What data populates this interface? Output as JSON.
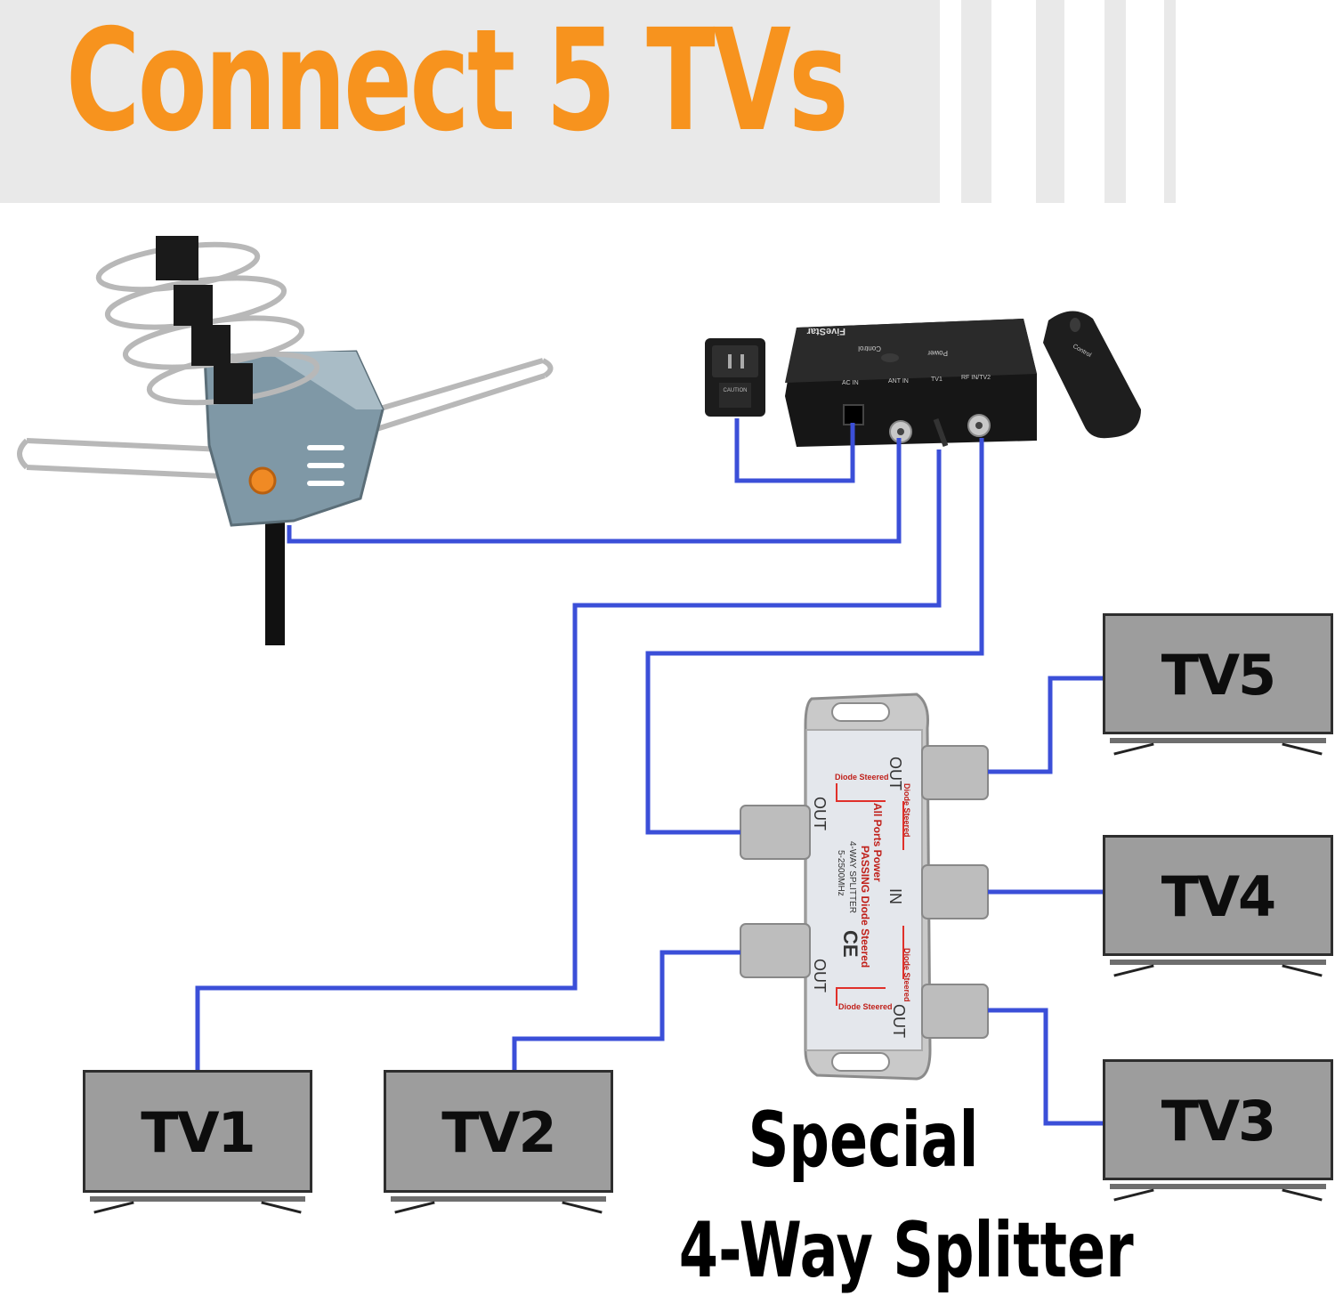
{
  "title": "Connect 5 TVs",
  "caption": {
    "line1": "Special",
    "line2": "4-Way Splitter"
  },
  "tvs": [
    "TV1",
    "TV2",
    "TV3",
    "TV4",
    "TV5"
  ],
  "control_box": {
    "brand": "FiveStar",
    "buttons": {
      "control": "Control",
      "power": "Power"
    },
    "ports": {
      "ac_in": "AC IN",
      "ant_in": "ANT IN",
      "tv1": "TV1",
      "rf_in_tv2": "RF IN/TV2"
    }
  },
  "adapter": {
    "label": "CAUTION"
  },
  "remote": {
    "label": "Control"
  },
  "splitter": {
    "port_out_1": "OUT",
    "port_out_2": "OUT",
    "port_out_3": "OUT",
    "port_out_4": "OUT",
    "port_in": "IN",
    "diode_1": "Diode Steered",
    "diode_2": "Diode Steered",
    "diode_3": "Diode Steered",
    "diode_4": "Diode Steered",
    "passing_line1": "All Ports Power",
    "passing_line2": "PASSING Diode Steered",
    "model": "4-WAY SPLITTER",
    "freq": "5-2500MHz",
    "ce": "CE"
  },
  "colors": {
    "title": "#f7931e",
    "wire": "#3b4fd8",
    "tv_screen": "#9d9d9d",
    "header_band": "#e9e9e9"
  }
}
